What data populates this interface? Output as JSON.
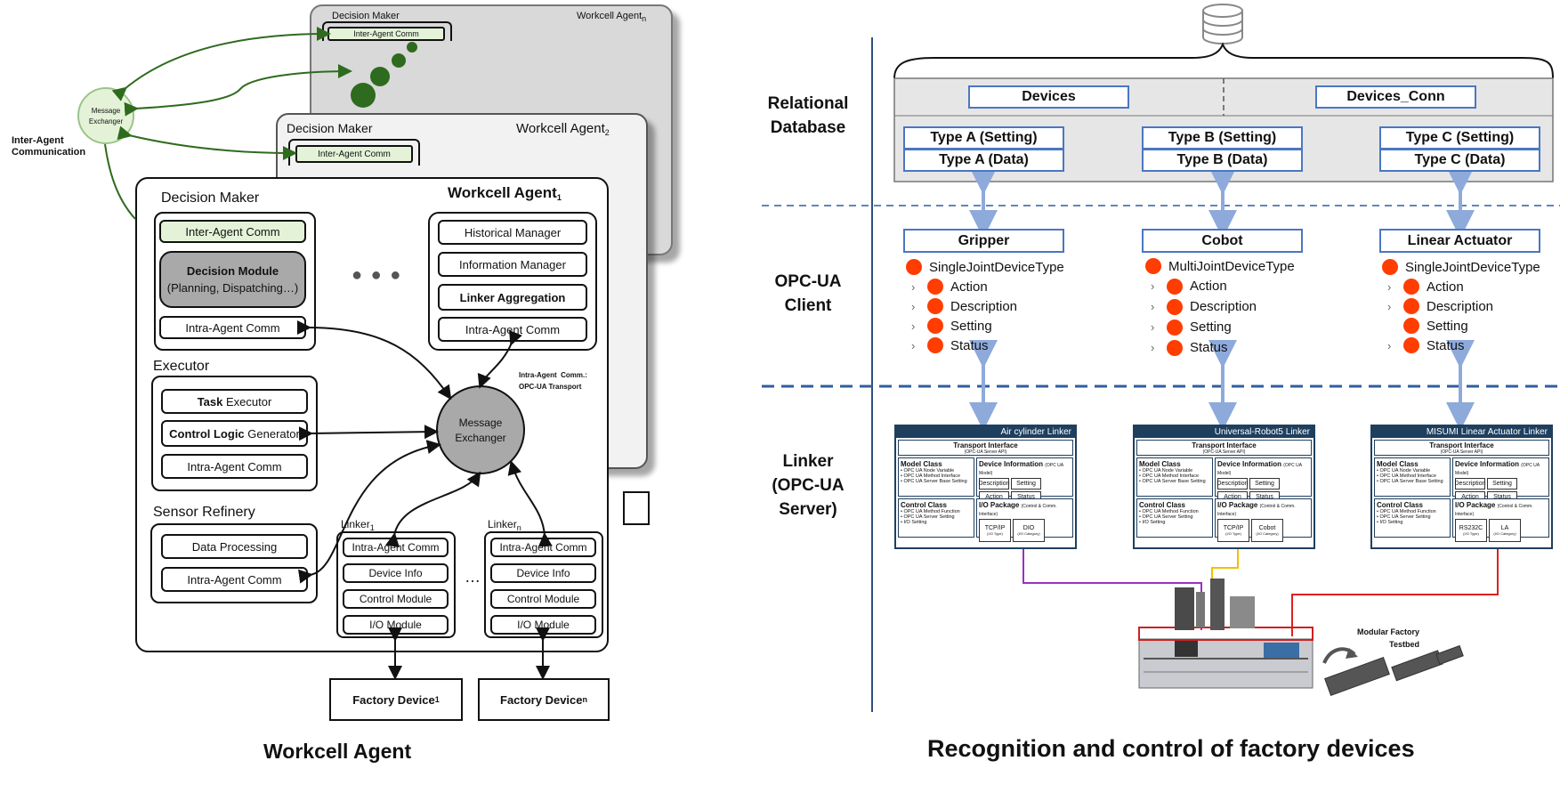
{
  "left": {
    "caption": "Workcell Agent",
    "inter_agent_label": [
      "Inter-Agent",
      "Communication"
    ],
    "top_exchanger": [
      "Message",
      "Exchanger"
    ],
    "agent_n": {
      "title": "Workcell Agent",
      "sub": "n",
      "dm": "Decision Maker",
      "comm": "Inter-Agent Comm"
    },
    "agent_2": {
      "title": "Workcell Agent",
      "sub": "2",
      "dm": "Decision Maker",
      "comm": "Inter-Agent Comm"
    },
    "agent_1": {
      "title": "Workcell Agent",
      "sub": "1",
      "decision_maker": {
        "label": "Decision Maker",
        "inter": "Inter-Agent Comm",
        "module_title": "Decision Module",
        "module_sub": "(Planning, Dispatching…)",
        "intra": "Intra-Agent Comm"
      },
      "ellipsis": "● ● ●",
      "info_stack": [
        "Historical Manager",
        "Information Manager",
        "Linker Aggregation",
        "Intra-Agent Comm"
      ],
      "executor": {
        "label": "Executor",
        "task_bold": "Task",
        "task_rest": " Executor",
        "control_bold": "Control Logic",
        "control_rest": " Generator",
        "intra": "Intra-Agent Comm"
      },
      "sensor": {
        "label": "Sensor Refinery",
        "data": "Data Processing",
        "intra": "Intra-Agent Comm"
      },
      "message_exchanger": [
        "Message",
        "Exchanger"
      ],
      "transport_note": [
        "Intra-Agent  Comm.:",
        "OPC-UA Transport"
      ],
      "linker_1": {
        "title": "Linker",
        "sub": "1"
      },
      "linker_n": {
        "title": "Linker",
        "sub": "n"
      },
      "linker_items": [
        "Intra-Agent Comm",
        "Device Info",
        "Control Module",
        "I/O Module"
      ],
      "linker_ellipsis": "…"
    },
    "factory_1": {
      "text": "Factory Device",
      "sub": "1"
    },
    "factory_n": {
      "text": "Factory Device",
      "sub": "n"
    }
  },
  "right": {
    "caption": "Recognition and control of factory devices",
    "rows": {
      "db": [
        "Relational",
        "Database"
      ],
      "opc": [
        "OPC-UA",
        "Client"
      ],
      "linker": [
        "Linker",
        "(OPC-UA",
        "Server)"
      ]
    },
    "db_tables_top": [
      "Devices",
      "Devices_Conn"
    ],
    "db_types": [
      [
        "Type A (Setting)",
        "Type A (Data)"
      ],
      [
        "Type B (Setting)",
        "Type B (Data)"
      ],
      [
        "Type C (Setting)",
        "Type C (Data)"
      ]
    ],
    "devices": [
      {
        "name": "Gripper",
        "type": "SingleJointDeviceType",
        "items": [
          "Action",
          "Description",
          "Setting",
          "Status"
        ]
      },
      {
        "name": "Cobot",
        "type": "MultiJointDeviceType",
        "items": [
          "Action",
          "Description",
          "Setting",
          "Status"
        ]
      },
      {
        "name": "Linear Actuator",
        "type": "SingleJointDeviceType",
        "items": [
          "Action",
          "Description",
          "Setting",
          "Status"
        ]
      }
    ],
    "linkers": [
      {
        "title": "Air cylinder Linker",
        "io": [
          "TCP/IP",
          "DIO"
        ],
        "io_sub": [
          "(I/O Type)",
          "(I/O Category)"
        ]
      },
      {
        "title": "Universal-Robot5 Linker",
        "io": [
          "TCP/IP",
          "Cobot"
        ],
        "io_sub": [
          "(I/O Type)",
          "(I/O Category)"
        ]
      },
      {
        "title": "MISUMI Linear Actuator Linker",
        "io": [
          "RS232C",
          "LA"
        ],
        "io_sub": [
          "(I/O Type)",
          "(I/O Category)"
        ]
      }
    ],
    "linker_common": {
      "transport": "Transport Interface",
      "transport_sub": "(OPC-UA Server API)",
      "model_class": "Model Class",
      "model_items": [
        "• OPC UA Node Variable",
        "• OPC UA Method Interface",
        "• OPC UA Server Base Setting"
      ],
      "device_info": "Device Information",
      "device_info_sub": "(OPC UA Model)",
      "device_cells": [
        "Description",
        "Setting",
        "Action",
        "Status"
      ],
      "control_class": "Control Class",
      "control_items": [
        "• OPC UA Method Function",
        "• OPC UA Server Setting",
        "• I/O Setting"
      ],
      "io_package": "I/O Package",
      "io_package_sub": "(Control & Comm. Interface)"
    },
    "testbed_label": [
      "Modular Factory",
      "Testbed"
    ]
  },
  "colors": {
    "green_fill": "#e4f3d8",
    "arrow_green": "#2e6b1e",
    "blue_border": "#4a77c2",
    "link_arrow": "#8eaadb",
    "orange_dot": "#ff3d00",
    "linker_navy": "#1f3f5f",
    "wire_purple": "#9b30c0",
    "wire_yellow": "#f0c000",
    "wire_red": "#e02020"
  }
}
